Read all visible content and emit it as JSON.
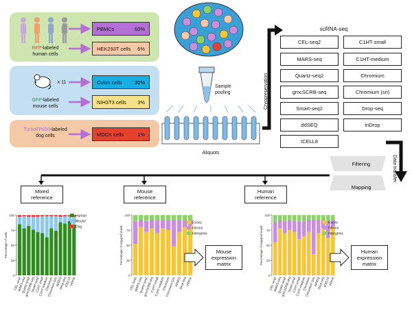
{
  "samples": {
    "human": {
      "prefix": "RFP",
      "suffix": "-labeled",
      "line2": "human cells",
      "cells": [
        {
          "name": "PBMCs",
          "pct": "60%"
        },
        {
          "name": "HEK293T cells",
          "pct": "6%"
        }
      ]
    },
    "mouse": {
      "count": "x 11",
      "prefix": "GFP",
      "suffix": "-labeled",
      "line2": "mouse cells",
      "cells": [
        {
          "name": "Colon cells",
          "pct": "30%"
        },
        {
          "name": "NIH3T3 cells",
          "pct": "3%"
        }
      ]
    },
    "dog": {
      "prefix": "TurboFP650",
      "suffix": "-labeled",
      "line2": "dog cells",
      "cells": [
        {
          "name": "MDCK cells",
          "pct": "1%"
        }
      ]
    }
  },
  "pooling": {
    "label_line1": "Sample",
    "label_line2": "pooling",
    "aliquots": "Aliquots"
  },
  "cryo": "Cryopreservation",
  "scrna": {
    "title": "scRNA-seq",
    "left": [
      "CEL-seq2",
      "MARS-seq",
      "Quartz-seq2",
      "gmcSCRB-seq",
      "Smart-seq2",
      "ddSEQ",
      "ICELL8"
    ],
    "right": [
      "C1HT-small",
      "C1HT-medium",
      "Chromium",
      "Chromium (sn)",
      "Drop-seq",
      "inDrop"
    ]
  },
  "transfer": "Data transfer",
  "steps": [
    "Filtering",
    "Mapping"
  ],
  "refs": [
    {
      "line1": "Mixed",
      "line2": "reference"
    },
    {
      "line1": "Mouse",
      "line2": "reference"
    },
    {
      "line1": "Human",
      "line2": "reference"
    }
  ],
  "matrices": [
    {
      "line1": "Mouse",
      "line2": "expression",
      "line3": "matrix"
    },
    {
      "line1": "Human",
      "line2": "expression",
      "line3": "matrix"
    }
  ],
  "colors": {
    "human_panel": "#cfe5b0",
    "mouse_panel": "#c5dff2",
    "dog_panel": "#f5c9a6",
    "pbmc": "#b36fd6",
    "hek": "#f7c9a8",
    "colon": "#17aee5",
    "nih": "#f7e28a",
    "mdck": "#e8402f",
    "arrow": "#b36fd6",
    "human": "#2f8c1e",
    "mouse": "#8ec8ec",
    "dog": "#e83a3a",
    "exons": "#f6c63a",
    "introns": "#c98fdc",
    "intergenic": "#8fd16b"
  },
  "chart_data": [
    {
      "type": "bar",
      "stacked": true,
      "ylabel": "Percentage of cells",
      "ylim": [
        0,
        100
      ],
      "yticks": [
        0,
        25,
        50,
        75,
        100
      ],
      "legend_position": "right",
      "categories": [
        "CEL-seq2",
        "MARS-seq",
        "Quartz-seq2",
        "gmcSCRB-seq",
        "Smart-seq2",
        "C1HT-small",
        "C1HT-medium",
        "Chromium",
        "Chromium (sn)",
        "ddSEQ",
        "Drop-seq",
        "ICELL8",
        "inDrop"
      ],
      "series": [
        {
          "name": "Human",
          "values": [
            85,
            78,
            82,
            76,
            72,
            70,
            63,
            78,
            74,
            88,
            86,
            90,
            84
          ]
        },
        {
          "name": "Mouse",
          "values": [
            12,
            20,
            15,
            21,
            25,
            28,
            35,
            20,
            24,
            9,
            12,
            8,
            13
          ]
        },
        {
          "name": "Dog",
          "values": [
            3,
            2,
            3,
            3,
            3,
            2,
            2,
            2,
            2,
            3,
            2,
            2,
            3
          ]
        }
      ]
    },
    {
      "type": "bar",
      "stacked": true,
      "ylabel": "Percentage of mapped reads",
      "ylim": [
        0,
        100
      ],
      "yticks": [
        0,
        25,
        50,
        75,
        100
      ],
      "legend_position": "right",
      "categories": [
        "CEL-seq2",
        "MARS-seq",
        "Quartz-seq2",
        "gmcSCRB-seq",
        "C1HT-small",
        "C1HT-medium",
        "Chromium",
        "Chromium (sn)",
        "ddSEQ",
        "Drop-seq",
        "inDrop"
      ],
      "series": [
        {
          "name": "Exons",
          "values": [
            52,
            80,
            72,
            78,
            70,
            78,
            75,
            48,
            72,
            80,
            82
          ]
        },
        {
          "name": "Introns",
          "values": [
            38,
            12,
            18,
            14,
            22,
            14,
            17,
            44,
            20,
            12,
            10
          ]
        },
        {
          "name": "Intergenic",
          "values": [
            10,
            8,
            10,
            8,
            8,
            8,
            8,
            8,
            8,
            8,
            8
          ]
        }
      ]
    },
    {
      "type": "bar",
      "stacked": true,
      "ylabel": "Percentage of mapped reads",
      "ylim": [
        0,
        100
      ],
      "yticks": [
        0,
        25,
        50,
        75,
        100
      ],
      "legend_position": "right",
      "categories": [
        "CEL-seq2",
        "MARS-seq",
        "Quartz-seq2",
        "gmcSCRB-seq",
        "Smart-seq2",
        "C1HT-small",
        "C1HT-medium",
        "Chromium",
        "Chromium (sn)",
        "ddSEQ",
        "Drop-seq",
        "ICELL8",
        "inDrop"
      ],
      "series": [
        {
          "name": "Exons",
          "values": [
            55,
            78,
            70,
            75,
            72,
            60,
            65,
            72,
            35,
            70,
            78,
            62,
            80
          ]
        },
        {
          "name": "Introns",
          "values": [
            33,
            14,
            20,
            17,
            18,
            30,
            25,
            20,
            57,
            22,
            14,
            28,
            12
          ]
        },
        {
          "name": "Intergenic",
          "values": [
            12,
            8,
            10,
            8,
            10,
            10,
            10,
            8,
            8,
            8,
            8,
            10,
            8
          ]
        }
      ]
    }
  ]
}
